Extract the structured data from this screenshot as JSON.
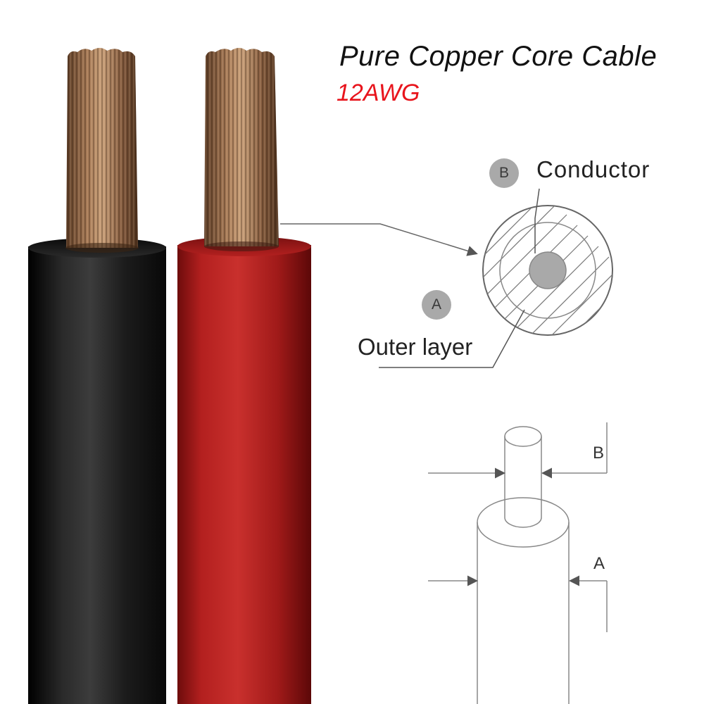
{
  "title": "Pure Copper Core Cable",
  "subtitle": "12AWG",
  "cross_section": {
    "conductor_badge": "B",
    "conductor_label": "Conductor",
    "outer_badge": "A",
    "outer_label": "Outer layer"
  },
  "dimension_diagram": {
    "inner_label": "B",
    "outer_label": "A"
  },
  "colors": {
    "title": "#111111",
    "subtitle": "#e8141c",
    "black_insulation": "#1a1a1a",
    "red_insulation": "#b3201f",
    "copper": "#a77a56",
    "badge": "#a9a9a9",
    "line": "#555555"
  }
}
